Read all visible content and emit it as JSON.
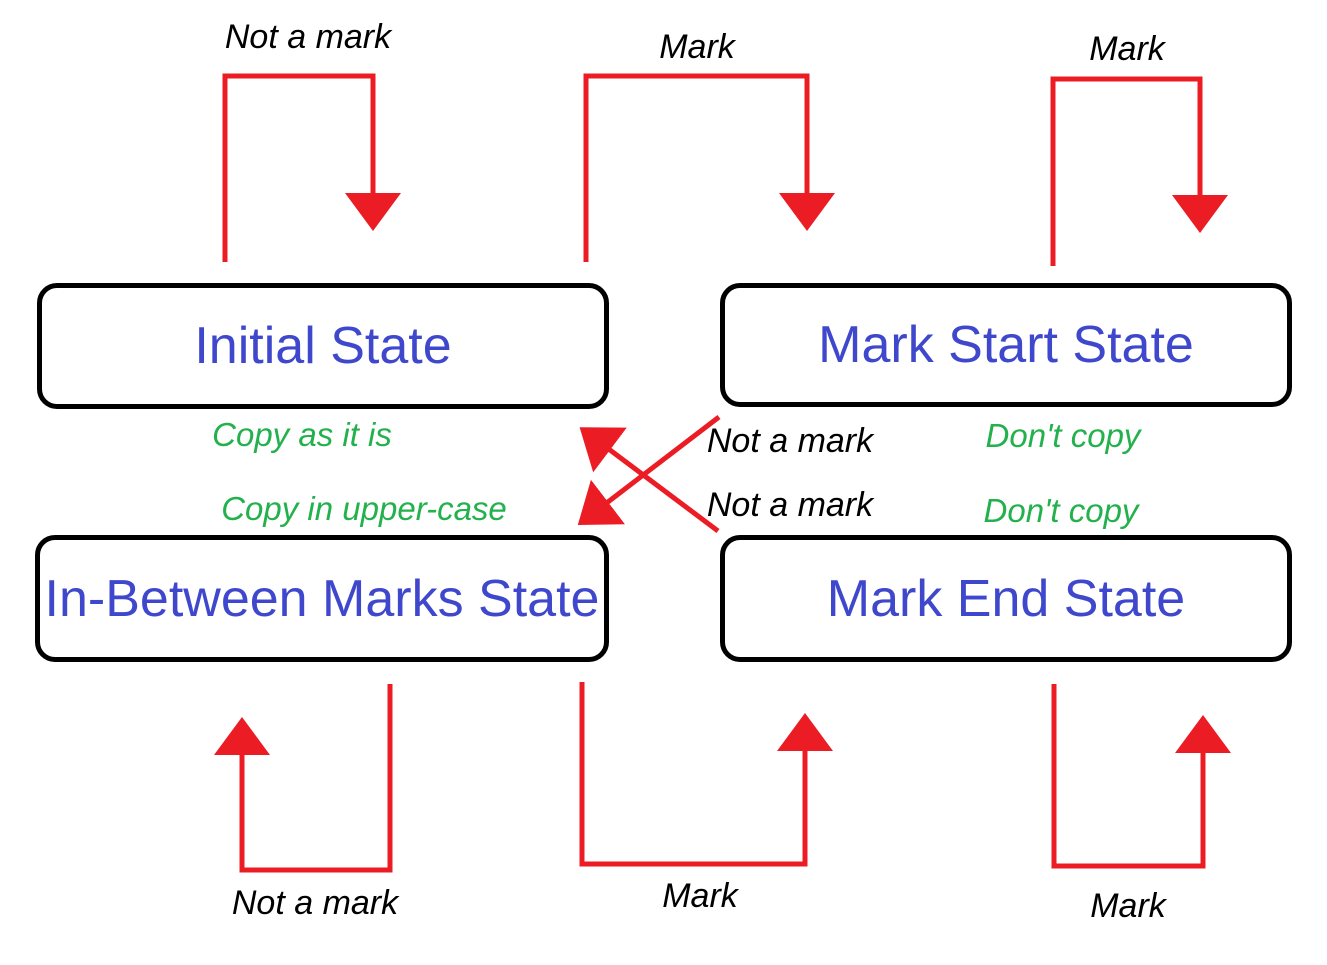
{
  "colors": {
    "background": "#FFFFFF",
    "box_border": "#000000",
    "state_text": "#3F48CC",
    "event_text": "#000000",
    "action_text": "#22B14C",
    "arrow": "#EC1C24"
  },
  "states": {
    "initial": "Initial State",
    "mark_start": "Mark Start State",
    "in_between": "In-Between Marks State",
    "mark_end": "Mark End State"
  },
  "transitions": [
    {
      "from": "Initial State",
      "to": "Initial State",
      "event": "Not a mark"
    },
    {
      "from": "Initial State",
      "to": "Mark Start State",
      "event": "Mark"
    },
    {
      "from": "Mark Start State",
      "to": "Mark Start State",
      "event": "Mark"
    },
    {
      "from": "Mark Start State",
      "to": "In-Between Marks State",
      "event": "Not a mark"
    },
    {
      "from": "Mark End State",
      "to": "Initial State",
      "event": "Not a mark"
    },
    {
      "from": "In-Between Marks State",
      "to": "In-Between Marks State",
      "event": "Not a mark"
    },
    {
      "from": "In-Between Marks State",
      "to": "Mark End State",
      "event": "Mark"
    },
    {
      "from": "Mark End State",
      "to": "Mark End State",
      "event": "Mark"
    }
  ],
  "action_labels": [
    {
      "text": "Copy as it is"
    },
    {
      "text": "Don't copy"
    },
    {
      "text": "Copy in upper-case"
    },
    {
      "text": "Don't copy"
    }
  ]
}
